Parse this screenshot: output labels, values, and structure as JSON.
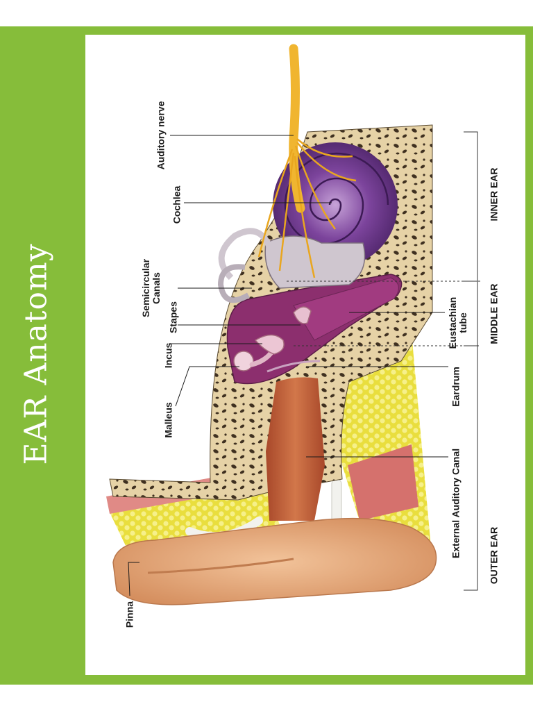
{
  "page": {
    "title": "EAR Anatomy",
    "colors": {
      "frame": "#86bd3a",
      "panel": "#ffffff",
      "bone": "#e6d2a6",
      "bone_pore": "#3f3020",
      "cochlea": "#6d3a8c",
      "canal": "#b8562e",
      "nerve": "#f0b530",
      "fat": "#eee65a",
      "muscle": "#e08a86",
      "skin": "#e9b183",
      "middle_ear": "#8c2f6e"
    }
  },
  "labels": {
    "auditory_nerve": "Auditory nerve",
    "cochlea": "Cochlea",
    "semicircular_canals": [
      "Semicircular",
      "Canals"
    ],
    "stapes": "Stapes",
    "incus": "Incus",
    "malleus": "Malleus",
    "pinna": "Pinna",
    "eustachian_tube": [
      "Eustachian",
      "tube"
    ],
    "eardrum": "Eardrum",
    "external_auditory_canal": "External Auditory Canal"
  },
  "regions": {
    "inner_ear": "INNER EAR",
    "middle_ear": "MIDDLE EAR",
    "outer_ear": "OUTER EAR"
  }
}
